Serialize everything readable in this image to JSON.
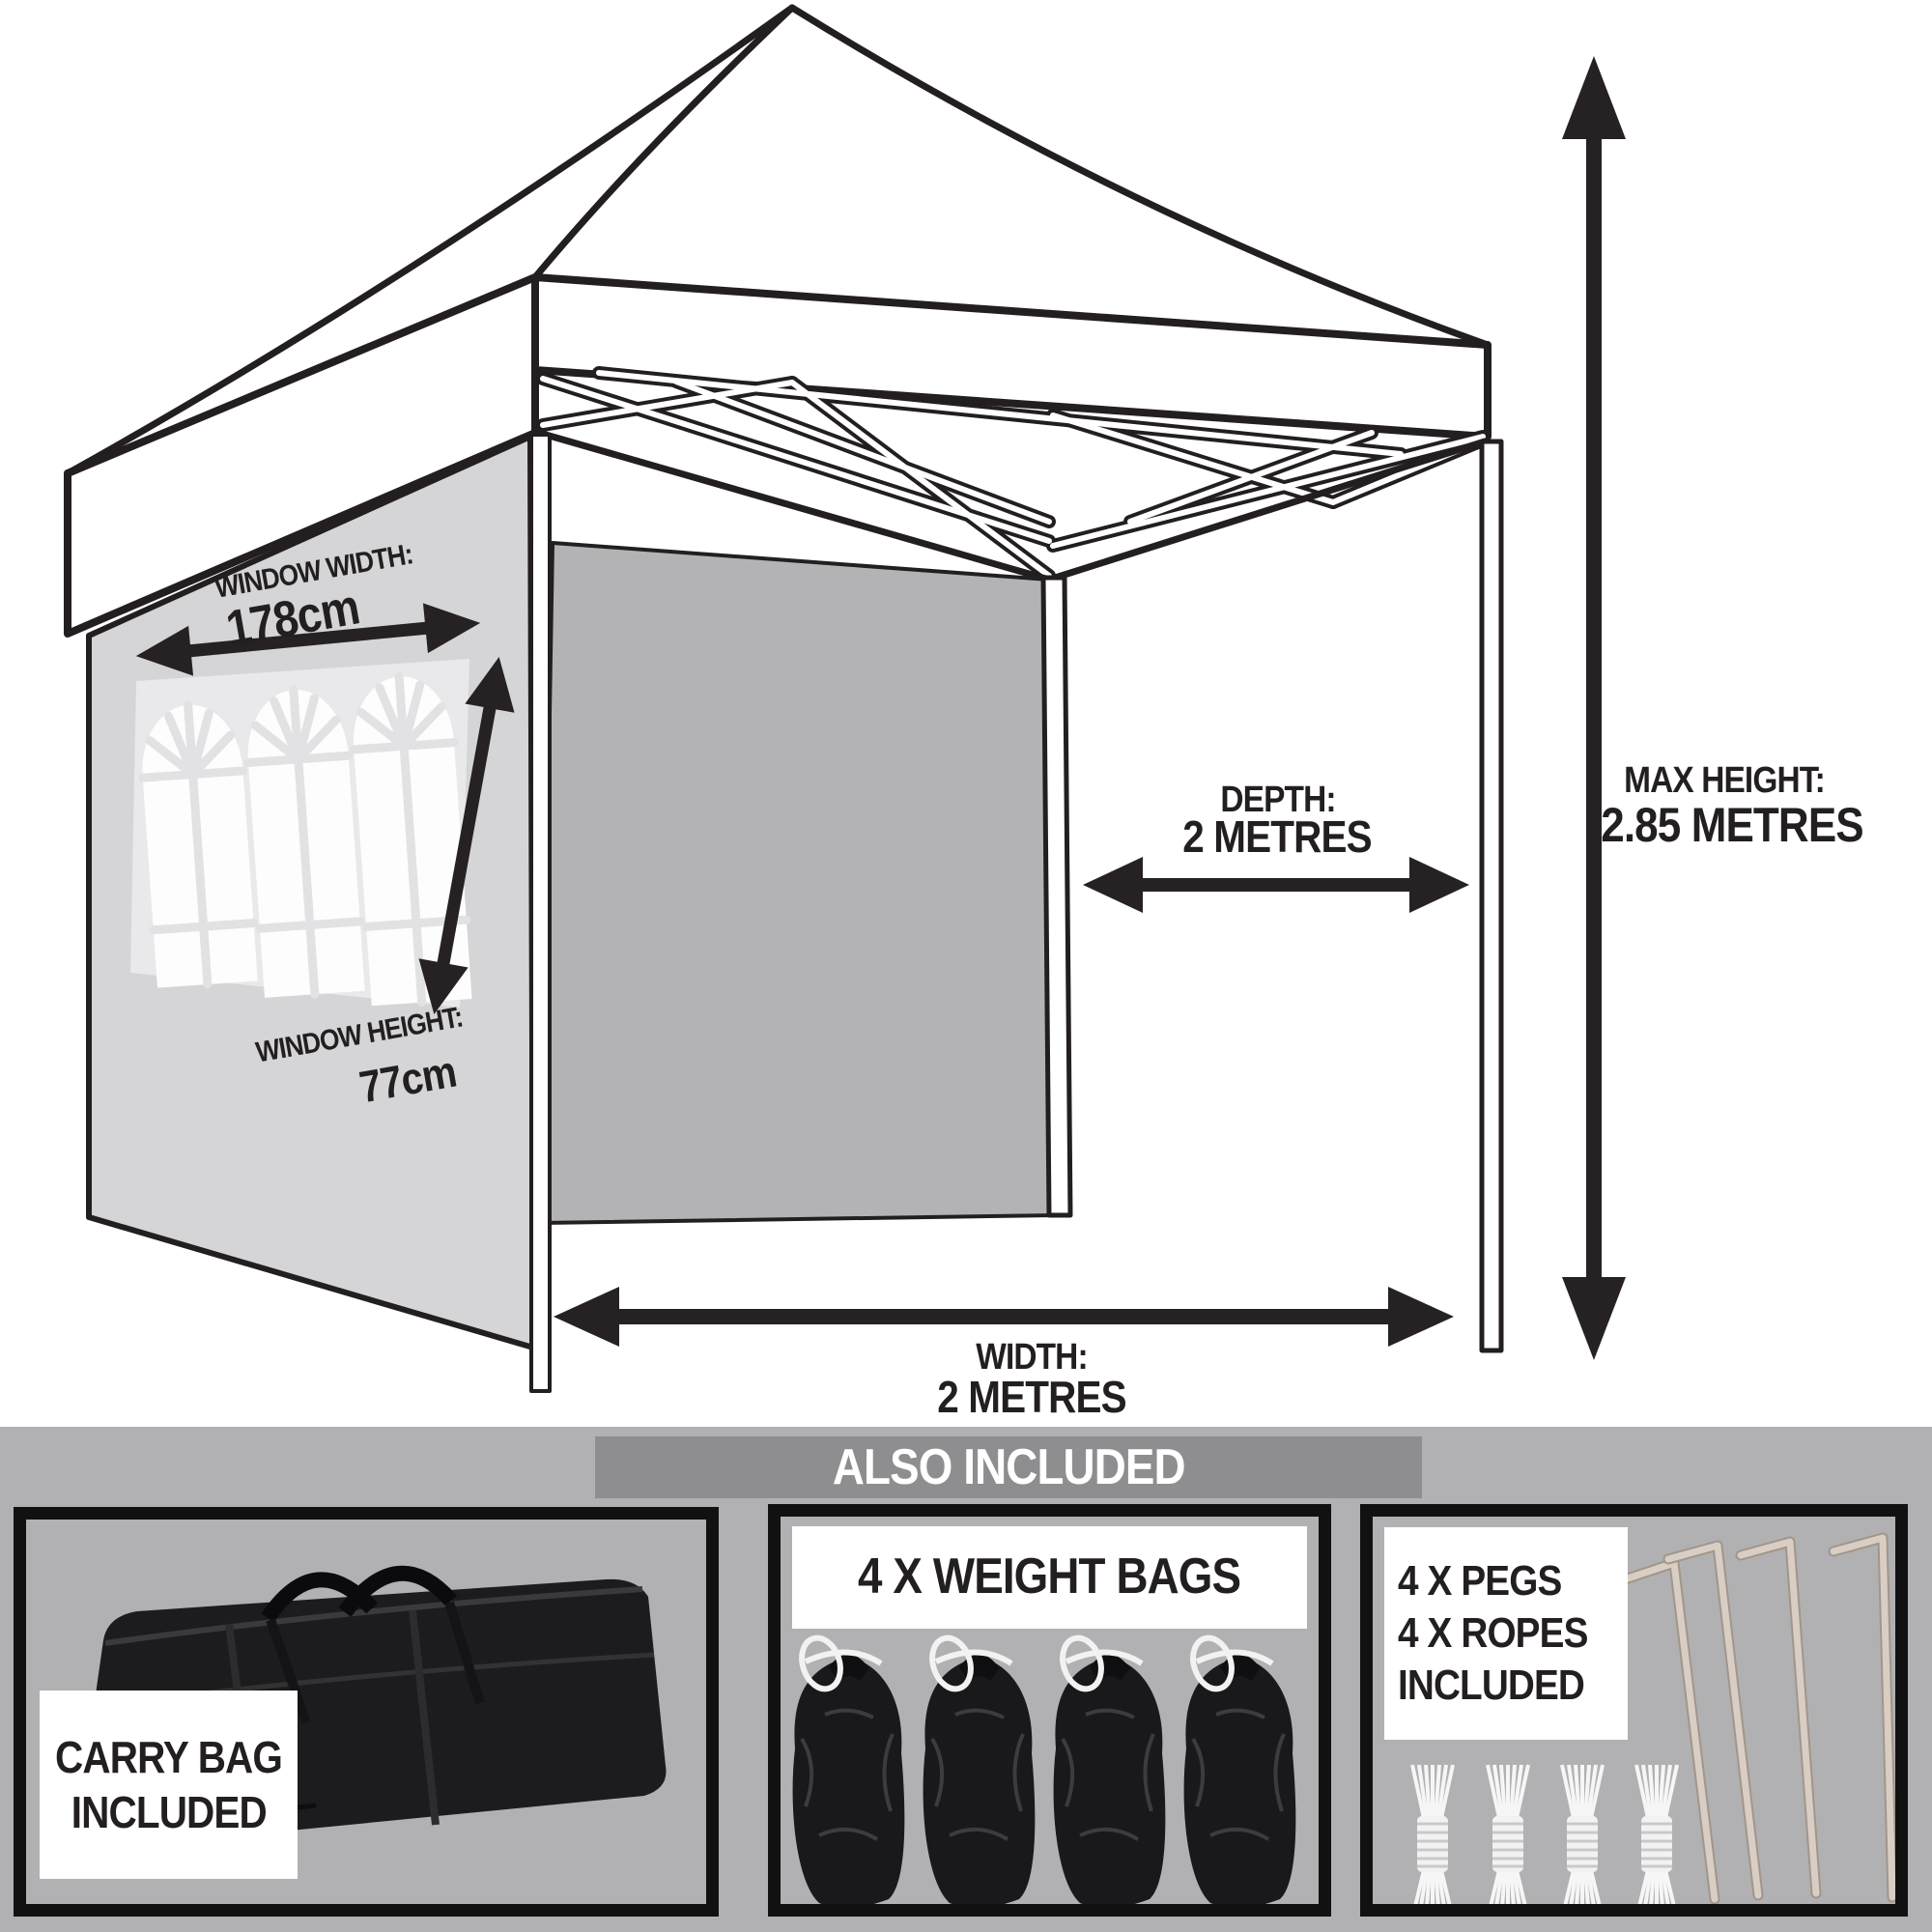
{
  "product": "pop-up gazebo dimension diagram",
  "dimensions": {
    "window_width": {
      "label": "WINDOW WIDTH:",
      "value": "178cm"
    },
    "window_height": {
      "label": "WINDOW HEIGHT:",
      "value": "77cm"
    },
    "depth": {
      "label": "DEPTH:",
      "value": "2 METRES"
    },
    "width": {
      "label": "WIDTH:",
      "value": "2 METRES"
    },
    "max_height": {
      "label": "MAX HEIGHT:",
      "value": "2.85 METRES"
    }
  },
  "included_section": {
    "banner": "ALSO INCLUDED",
    "carry_bag": {
      "line1": "CARRY BAG",
      "line2": "INCLUDED"
    },
    "weight_bags": {
      "title": "4 X WEIGHT BAGS",
      "count": 4
    },
    "pegs_ropes": {
      "line1": "4 X PEGS",
      "line2": "4 X ROPES",
      "line3": "INCLUDED",
      "peg_count": 4,
      "rope_count": 4
    }
  },
  "colors": {
    "line_black": "#231f20",
    "sidewall_light_gray": "#d5d5d7",
    "inner_wall_gray": "#b3b3b5",
    "window_band_gray": "#e9e9eb",
    "section_background": "#b1b1b3",
    "banner_background": "#8e8e90",
    "banner_text": "#ffffff",
    "bag_black": "#1a1a1c",
    "rope_white": "#f2f2f2",
    "peg_tan": "#d9cec3"
  }
}
